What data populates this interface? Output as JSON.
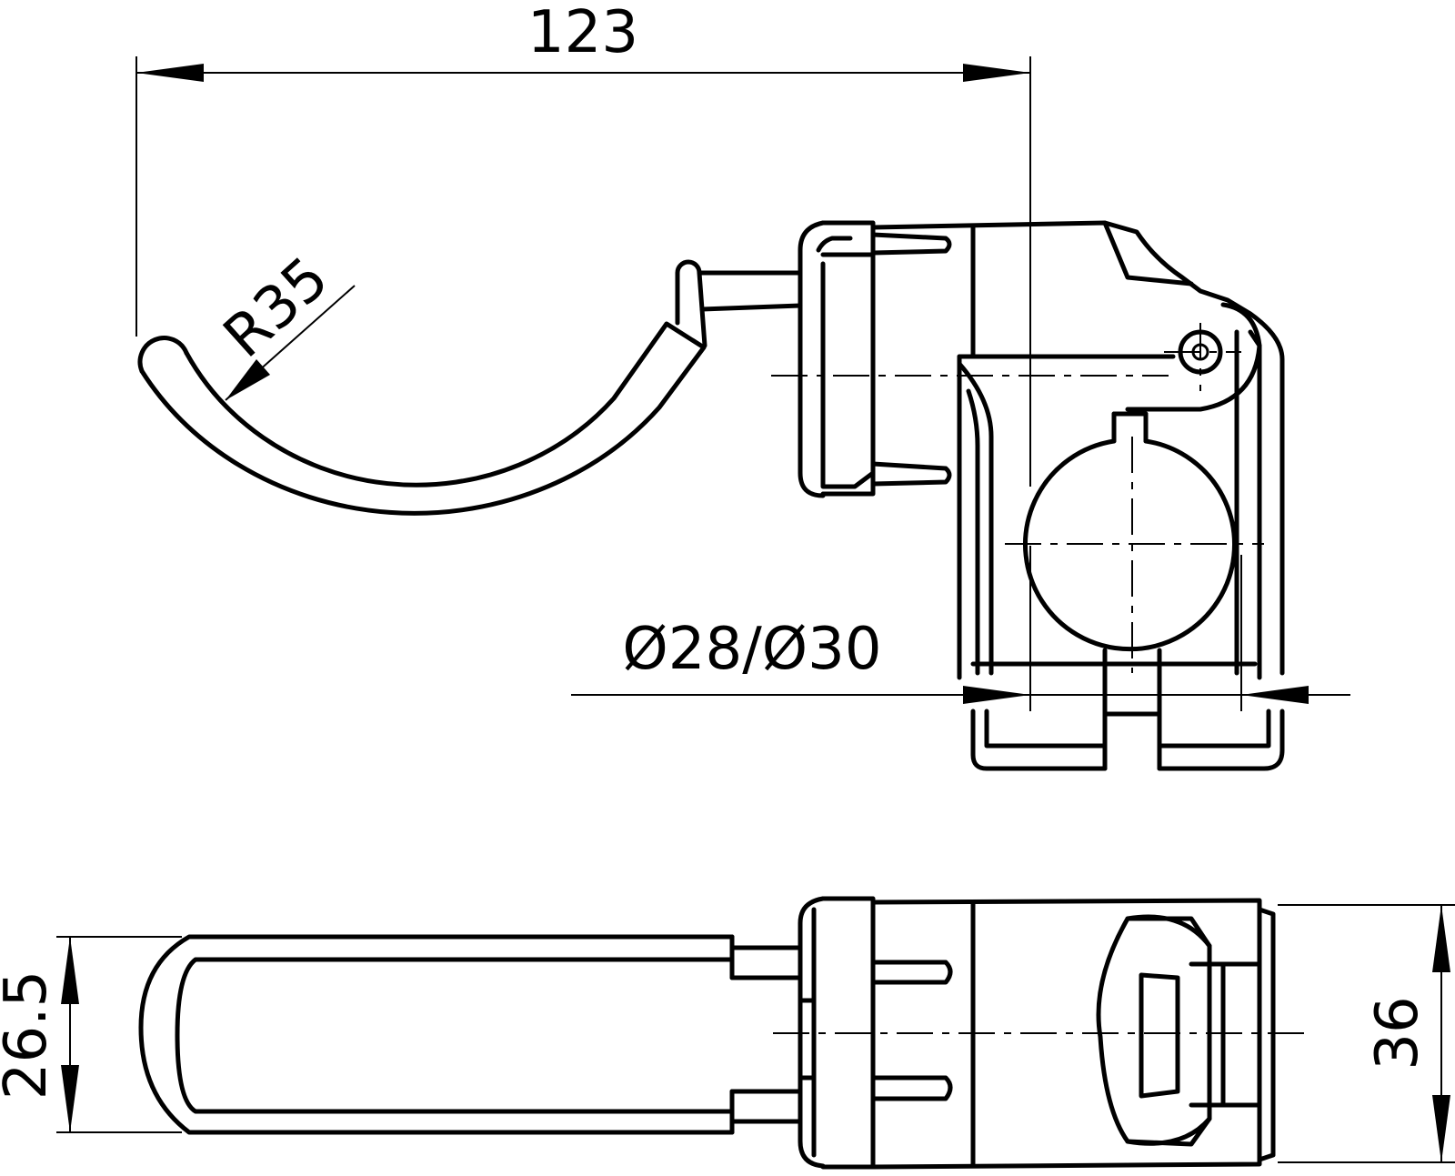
{
  "dimensions": {
    "overall_length": "123",
    "hook_radius": "R35",
    "tube_diameter": "Ø28/Ø30",
    "hook_width": "26.5",
    "clamp_height": "36"
  }
}
